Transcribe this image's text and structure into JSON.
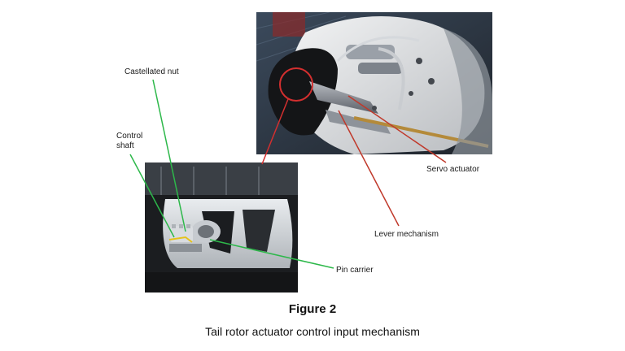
{
  "labels": {
    "castellated_nut": "Castellated nut",
    "control_shaft": "Control\nshaft",
    "servo_actuator": "Servo actuator",
    "lever_mechanism": "Lever mechanism",
    "pin_carrier": "Pin carrier"
  },
  "figure": {
    "number": "Figure 2",
    "caption": "Tail rotor actuator control input mechanism"
  },
  "colors": {
    "leader_green": "#2db84a",
    "leader_red": "#c0392b",
    "circle_red": "#d32f2f"
  }
}
